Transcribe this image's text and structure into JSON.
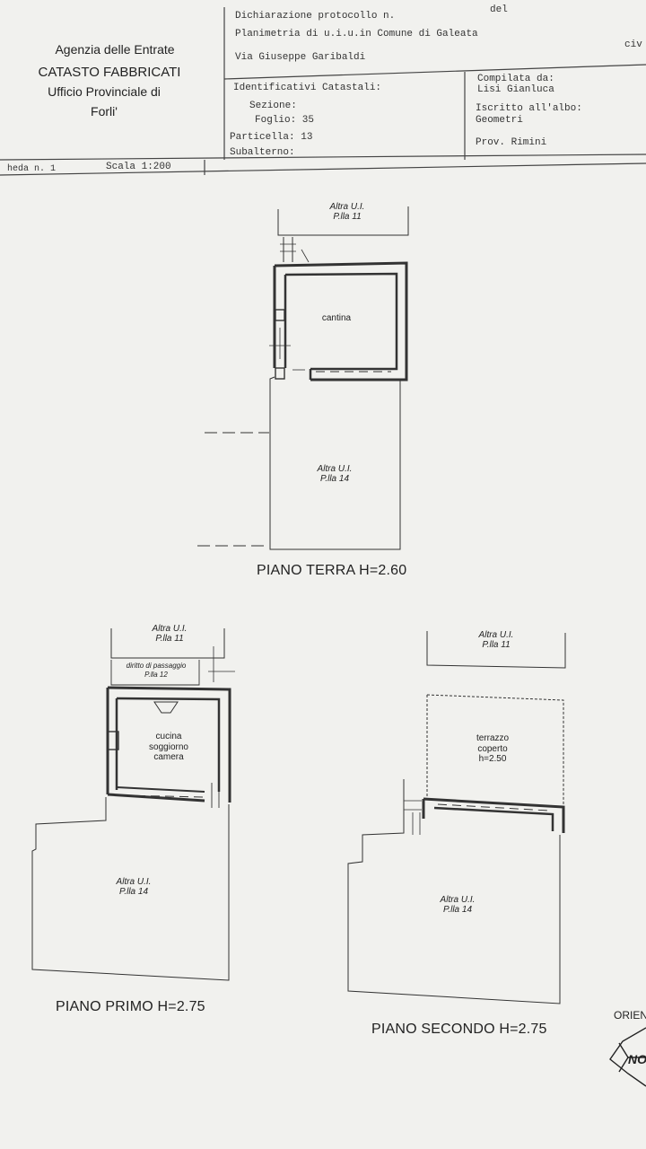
{
  "header": {
    "agency": "Agenzia delle Entrate",
    "catasto": "CATASTO FABBRICATI",
    "office": "Ufficio Provinciale di",
    "city": "Forli'",
    "dichiarazione": "Dichiarazione protocollo n.",
    "del": "del",
    "planimetria": "Planimetria di u.i.u.in Comune di Galeata",
    "address": "Via Giuseppe Garibaldi",
    "civ": "civ",
    "identificativi": "Identificativi Catastali:",
    "sezione": "Sezione:",
    "foglio": "Foglio: 35",
    "particella": "Particella: 13",
    "subalterno": "Subalterno:",
    "compilata": "Compilata da:",
    "compilatore": "Lisi Gianluca",
    "iscritto": "Iscritto all'albo:",
    "albo": "Geometri",
    "prov": "Prov. Rimini",
    "scheda": "heda n. 1",
    "scala": "Scala 1:200"
  },
  "plans": {
    "terra": {
      "neighbor_top": "Altra U.I.",
      "neighbor_top_plla": "P.lla 11",
      "room": "cantina",
      "neighbor_bottom": "Altra U.I.",
      "neighbor_bottom_plla": "P.lla 14",
      "title": "PIANO TERRA H=2.60"
    },
    "primo": {
      "neighbor_top": "Altra U.I.",
      "neighbor_top_plla": "P.lla 11",
      "passage": "diritto di passaggio",
      "passage_plla": "P.lla 12",
      "room_1": "cucina",
      "room_2": "soggiorno",
      "room_3": "camera",
      "neighbor_bottom": "Altra U.I.",
      "neighbor_bottom_plla": "P.lla 14",
      "title": "PIANO PRIMO H=2.75"
    },
    "secondo": {
      "neighbor_top": "Altra U.I.",
      "neighbor_top_plla": "P.lla 11",
      "room_1": "terrazzo",
      "room_2": "coperto",
      "room_3": "h=2.50",
      "neighbor_bottom": "Altra U.I.",
      "neighbor_bottom_plla": "P.lla 14",
      "title": "PIANO SECONDO H=2.75"
    }
  },
  "orientation": {
    "label": "ORIEN",
    "north": "NO"
  }
}
